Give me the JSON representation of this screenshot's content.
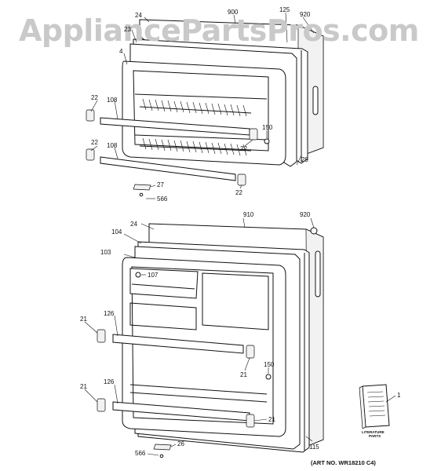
{
  "watermark": "AppliancePartsPros.com",
  "art_number": "(ART NO. WR18210 C4)",
  "literature_label_1": "LITERATURE",
  "literature_label_2": "PARTS",
  "callouts": {
    "c24a": "24",
    "c900": "900",
    "c125": "125",
    "c920a": "920",
    "c23": "23",
    "c4": "4",
    "c22a": "22",
    "c108a": "108",
    "c150a": "150",
    "c22b": "22",
    "c22c": "22",
    "c108b": "108",
    "c29": "29",
    "c22d": "22",
    "c27": "27",
    "c566a": "566",
    "c24b": "24",
    "c910": "910",
    "c920b": "920",
    "c104": "104",
    "c103": "103",
    "c107": "107",
    "c21a": "21",
    "c126a": "126",
    "c150b": "150",
    "c21b": "21",
    "c21c": "21",
    "c126b": "126",
    "c21d": "21",
    "c1": "1",
    "c115": "115",
    "c566b": "566",
    "c26": "26"
  }
}
